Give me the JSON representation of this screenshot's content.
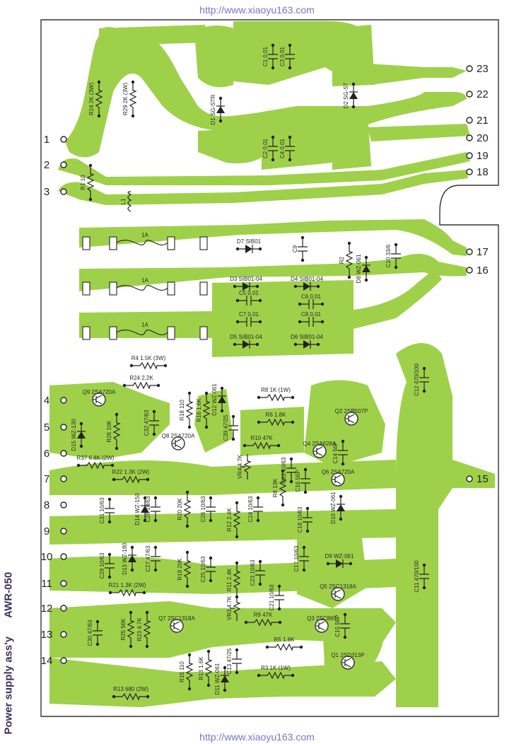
{
  "watermark_top": "http://www.xiaoyu163.com",
  "watermark_bottom": "http://www.xiaoyu163.com",
  "title": "Power supply ass'y",
  "model": "AWR-050",
  "colors": {
    "trace": "#9fd04a",
    "ink": "#2b2b2b",
    "frame": "#333333"
  },
  "pins_left": [
    "1",
    "2",
    "3",
    "4",
    "5",
    "6",
    "7",
    "8",
    "9",
    "10",
    "11",
    "12",
    "13",
    "14"
  ],
  "pins_right": [
    "23",
    "22",
    "21",
    "20",
    "19",
    "18",
    "17",
    "16",
    "15"
  ],
  "components": [
    {
      "id": "r24",
      "text": "R24 2K (3W)"
    },
    {
      "id": "r29",
      "text": "R29 2K (3W)"
    },
    {
      "id": "d1",
      "text": "D1 SG-STR"
    },
    {
      "id": "d2",
      "text": "D2 SG-ST"
    },
    {
      "id": "c1",
      "text": "C1 0.01"
    },
    {
      "id": "c3",
      "text": "C3 0.01"
    },
    {
      "id": "c2",
      "text": "C2 0.01"
    },
    {
      "id": "c4",
      "text": "C4 0.01"
    },
    {
      "id": "r1",
      "text": "R1 10"
    },
    {
      "id": "l1",
      "text": "L1"
    },
    {
      "id": "d7",
      "text": "D7 SIB01"
    },
    {
      "id": "c9",
      "text": "C9"
    },
    {
      "id": "r2",
      "text": "R2"
    },
    {
      "id": "d8",
      "text": "D8 WZ-061"
    },
    {
      "id": "c10",
      "text": "C10 33/6"
    },
    {
      "id": "d3",
      "text": "D3 SIB01-04"
    },
    {
      "id": "d4",
      "text": "D4 SIB01-04"
    },
    {
      "id": "c5",
      "text": "C5 0.01"
    },
    {
      "id": "c6",
      "text": "C6 0.01"
    },
    {
      "id": "c7",
      "text": "C7 0.01"
    },
    {
      "id": "c8",
      "text": "C8 0.01"
    },
    {
      "id": "d5",
      "text": "D5 SIB01-04"
    },
    {
      "id": "d6",
      "text": "D6 SIB01-04"
    },
    {
      "id": "f1",
      "text": "1A"
    },
    {
      "id": "f2",
      "text": "1A"
    },
    {
      "id": "f3",
      "text": "1A"
    },
    {
      "id": "r4",
      "text": "R4 1.5K (3W)"
    },
    {
      "id": "c12",
      "text": "C12 470/100"
    },
    {
      "id": "q9",
      "text": "Q9 2SA720A"
    },
    {
      "id": "r24b",
      "text": "R24 2.2K"
    },
    {
      "id": "c32",
      "text": "C32 47/63"
    },
    {
      "id": "d15",
      "text": "D15 WZ-130"
    },
    {
      "id": "r26",
      "text": "R26 10K"
    },
    {
      "id": "r37",
      "text": "R37 6.8K (2W)"
    },
    {
      "id": "q8",
      "text": "Q8 2SA720A"
    },
    {
      "id": "r18",
      "text": "R18 110"
    },
    {
      "id": "r16",
      "text": "R16 1.6K"
    },
    {
      "id": "d12",
      "text": "D12 WZ-061"
    },
    {
      "id": "c39",
      "text": "C39 47/25"
    },
    {
      "id": "r8",
      "text": "R8 1K (1W)"
    },
    {
      "id": "q2",
      "text": "Q2 2SB507P"
    },
    {
      "id": "r6",
      "text": "R6 1.8K"
    },
    {
      "id": "q4",
      "text": "Q4 2SA628A"
    },
    {
      "id": "r10",
      "text": "R10 47K"
    },
    {
      "id": "c14",
      "text": "C14 56P"
    },
    {
      "id": "r22",
      "text": "R22 1.3K (2W)"
    },
    {
      "id": "vr4",
      "text": "VR4 4.7K"
    },
    {
      "id": "c22",
      "text": "C22 10/63"
    },
    {
      "id": "c16",
      "text": "C16 56P"
    },
    {
      "id": "q6",
      "text": "Q6 2SA720A"
    },
    {
      "id": "r8b",
      "text": "R8 13K"
    },
    {
      "id": "c31",
      "text": "C31 10/63"
    },
    {
      "id": "c28",
      "text": "C28 10/63"
    },
    {
      "id": "d14",
      "text": "D14 WZ-150"
    },
    {
      "id": "r20",
      "text": "R20 20K"
    },
    {
      "id": "c26",
      "text": "C26 10/63"
    },
    {
      "id": "c24",
      "text": "C24 10/63"
    },
    {
      "id": "r12",
      "text": "R12 2.4K"
    },
    {
      "id": "c18",
      "text": "C18 10/63"
    },
    {
      "id": "d10",
      "text": "D10 WZ-061"
    },
    {
      "id": "c11",
      "text": "C11 470/100"
    },
    {
      "id": "c29",
      "text": "C29 10/63"
    },
    {
      "id": "d13",
      "text": "D13 WZ-180"
    },
    {
      "id": "c27",
      "text": "C27 47/63"
    },
    {
      "id": "r19",
      "text": "R19 20K"
    },
    {
      "id": "c25",
      "text": "C25 10/63"
    },
    {
      "id": "r11",
      "text": "R11 2.4K"
    },
    {
      "id": "c23",
      "text": "C23 10/63"
    },
    {
      "id": "c17",
      "text": "C17 10/63"
    },
    {
      "id": "d9",
      "text": "D9 WZ-061"
    },
    {
      "id": "r21",
      "text": "R21 1.3K (2W)"
    },
    {
      "id": "vr3",
      "text": "VR3 4.7K"
    },
    {
      "id": "c21",
      "text": "C21 10/63"
    },
    {
      "id": "q5",
      "text": "Q5 2SC1318A"
    },
    {
      "id": "c30",
      "text": "C30 47/63"
    },
    {
      "id": "r25",
      "text": "R25 56K"
    },
    {
      "id": "r23",
      "text": "R23 4.7K"
    },
    {
      "id": "q7",
      "text": "Q7 2SC1318A"
    },
    {
      "id": "r9",
      "text": "R9 47K"
    },
    {
      "id": "c15",
      "text": "C15 56P"
    },
    {
      "id": "q3",
      "text": "Q3 2SC865"
    },
    {
      "id": "r15",
      "text": "R15 110"
    },
    {
      "id": "r13b",
      "text": "R13 1.6K"
    },
    {
      "id": "d11",
      "text": "D11 WZ-061"
    },
    {
      "id": "c13",
      "text": "C13 47/25"
    },
    {
      "id": "r5",
      "text": "R5 1.8K"
    },
    {
      "id": "r3",
      "text": "R3 1K (1W)"
    },
    {
      "id": "q1",
      "text": "Q1 2SD313P"
    },
    {
      "id": "r13",
      "text": "R13 680 (2W)"
    }
  ]
}
